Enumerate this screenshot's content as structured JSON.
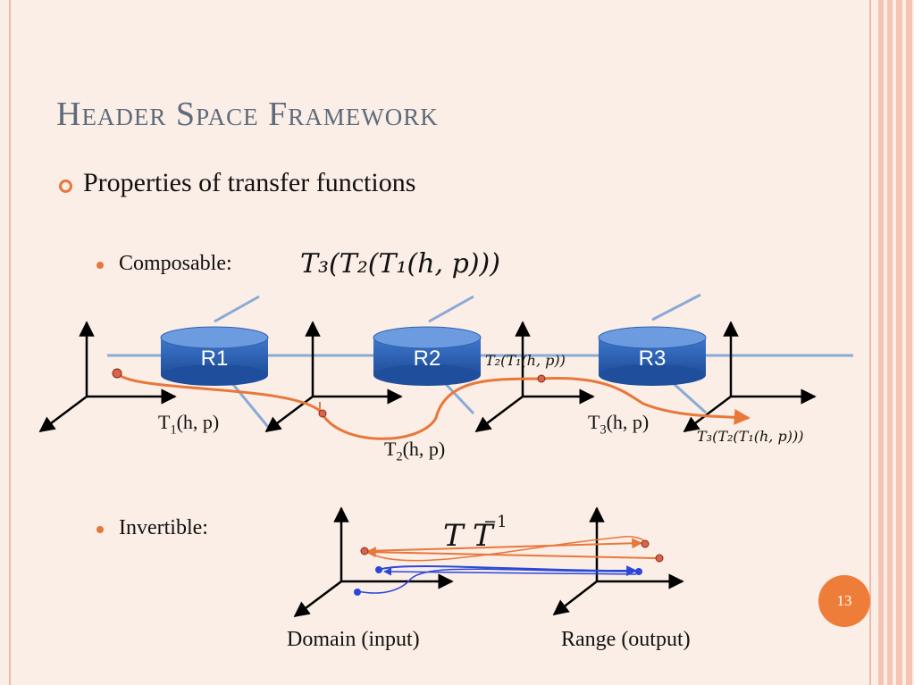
{
  "title": "Header Space Framework",
  "bullet_main": "Properties of transfer functions",
  "composable": {
    "label": "Composable:",
    "formula": "T₃(T₂(T₁(h, p)))",
    "routers": [
      "R1",
      "R2",
      "R3"
    ],
    "fn_labels": {
      "t1_base": "T",
      "t1_sub": "1",
      "t1_args": "(h, p)",
      "t2_base": "T",
      "t2_sub": "2",
      "t2_args": "(h, p)",
      "t3_base": "T",
      "t3_sub": "3",
      "t3_args": "(h, p)"
    },
    "mid_formula": "T₂(T₁(h, p))",
    "end_formula": "T₃(T₂(T₁(h, p)))"
  },
  "invertible": {
    "label": "Invertible:",
    "t_symbol": "T",
    "t_inverse_symbol": "T",
    "inverse_exponent": "−1",
    "domain_label": "Domain (input)",
    "range_label": "Range (output)"
  },
  "page_number": "13",
  "colors": {
    "title": "#5d6a7c",
    "accent": "#e8773b",
    "router": "#2f62b0",
    "lines": "#8aaad6",
    "arrow_blue": "#2b47d9"
  }
}
